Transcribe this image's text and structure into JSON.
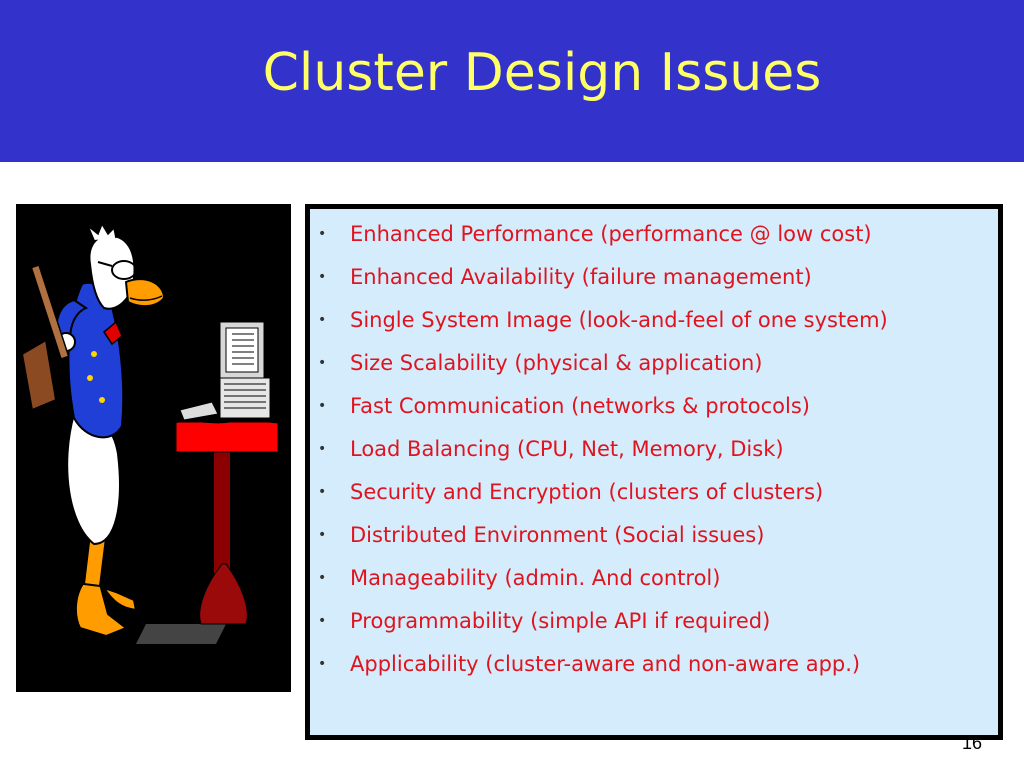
{
  "slide": {
    "title": "Cluster Design Issues",
    "page_number": "16",
    "colors": {
      "title_band": "#3333cc",
      "title_text": "#ffff66",
      "bullet_text": "#e0141e",
      "textbox_background": "#d4ecfc"
    }
  },
  "bullets": [
    "Enhanced Performance (performance @ low cost)",
    "Enhanced Availability (failure management)",
    "Single System Image (look-and-feel of one system)",
    "Size Scalability (physical & application)",
    "Fast Communication (networks & protocols)",
    "Load Balancing (CPU, Net, Memory, Disk)",
    "Security and Encryption (clusters of clusters)",
    "Distributed Environment (Social issues)",
    "Manageability (admin. And control)",
    "Programmability  (simple API if required)",
    "Applicability (cluster-aware and non-aware app.)"
  ],
  "illustration": {
    "icon": "cartoon-duck-with-hammer-and-computer-icon"
  }
}
